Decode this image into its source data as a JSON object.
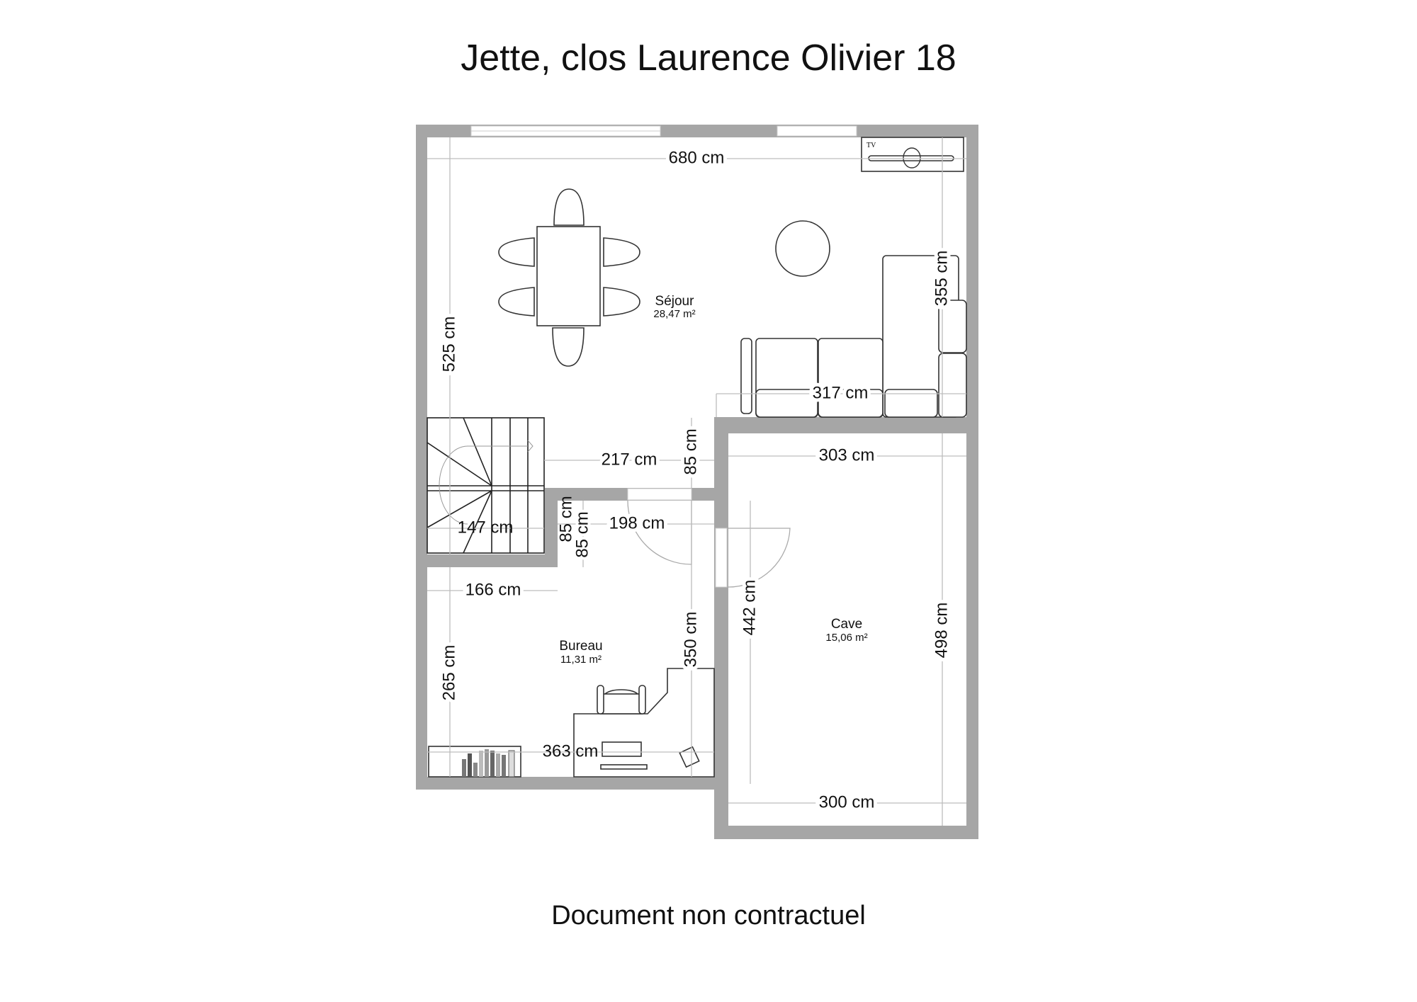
{
  "header": {
    "title": "Jette, clos Laurence Olivier 18"
  },
  "footer": {
    "text": "Document non contractuel"
  },
  "rooms": [
    {
      "name": "Séjour",
      "area": "28,47 m²"
    },
    {
      "name": "Bureau",
      "area": "11,31 m²"
    },
    {
      "name": "Cave",
      "area": "15,06 m²"
    }
  ],
  "furniture": {
    "tv_label": "TV"
  },
  "dimensions": {
    "d680": "680 cm",
    "d525": "525 cm",
    "d355": "355 cm",
    "d317": "317 cm",
    "d217": "217 cm",
    "d85a": "85 cm",
    "d303": "303 cm",
    "d147": "147 cm",
    "d85b": "85 cm",
    "d85c": "85 cm",
    "d198": "198 cm",
    "d166": "166 cm",
    "d350": "350 cm",
    "d442": "442 cm",
    "d498": "498 cm",
    "d265": "265 cm",
    "d363": "363 cm",
    "d300": "300 cm"
  }
}
